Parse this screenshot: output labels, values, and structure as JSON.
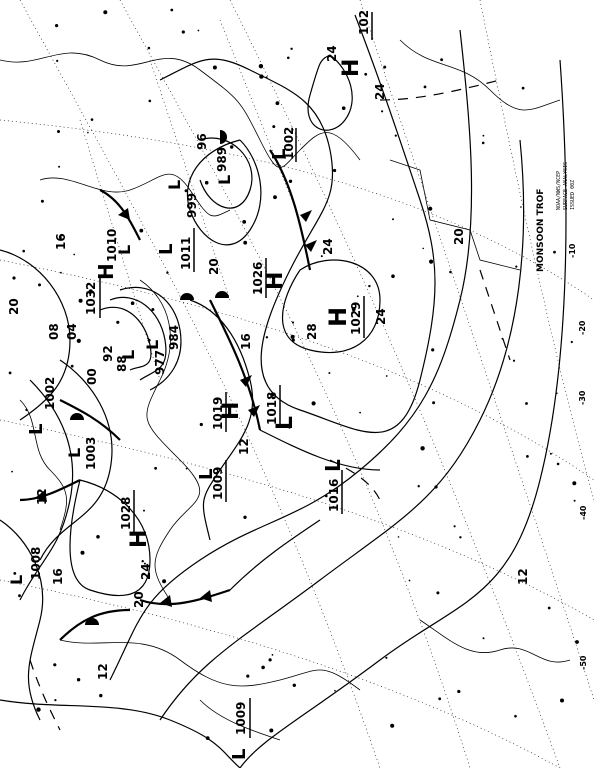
{
  "map": {
    "info_lines": [
      "NOAA/NWS/NCEP",
      "SURFACE ANALYSIS",
      "ISSUED 00Z"
    ],
    "label_monsoon": "MONSOON TROF",
    "highs": [
      {
        "letter": "H",
        "value": "102"
      },
      {
        "letter": "H",
        "value": "1026"
      },
      {
        "letter": "H",
        "value": "1029"
      },
      {
        "letter": "H",
        "value": "1032"
      },
      {
        "letter": "H",
        "value": "1019"
      },
      {
        "letter": "H",
        "value": "1028"
      }
    ],
    "lows": [
      {
        "letter": "L",
        "value": "1002"
      },
      {
        "letter": "L",
        "value": "989"
      },
      {
        "letter": "L",
        "value": "999"
      },
      {
        "letter": "L",
        "value": "1011"
      },
      {
        "letter": "L",
        "value": "1010"
      },
      {
        "letter": "L",
        "value": "984"
      },
      {
        "letter": "L",
        "value": "977"
      },
      {
        "letter": "L",
        "value": "1018"
      },
      {
        "letter": "L",
        "value": "1016"
      },
      {
        "letter": "L",
        "value": "1009"
      },
      {
        "letter": "L",
        "value": "1003"
      },
      {
        "letter": "L",
        "value": "1002"
      },
      {
        "letter": "L",
        "value": "1008"
      },
      {
        "letter": "L",
        "value": "1009"
      }
    ],
    "isobar_labels": [
      "24",
      "24",
      "24",
      "24",
      "20",
      "20",
      "20",
      "16",
      "16",
      "16",
      "12",
      "12",
      "12",
      "08",
      "04",
      "00",
      "96",
      "92",
      "88",
      "24",
      "28",
      "20",
      "12"
    ],
    "lat_labels": [
      "-10",
      "-20",
      "-30",
      "-40",
      "-50"
    ]
  }
}
